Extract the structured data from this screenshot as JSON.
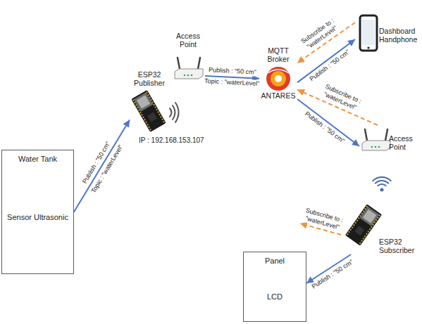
{
  "diagram": {
    "nodes": [
      {
        "text": [
          "Water Tank",
          "Sensor Ultrasonic"
        ]
      },
      {
        "text": [
          "ESP32 Publisher"
        ]
      },
      {
        "text": [
          "Access Point"
        ]
      },
      {
        "text": [
          "MQTT Broker",
          "ANTARES"
        ]
      },
      {
        "text": [
          "Dashboard Handphone"
        ]
      },
      {
        "text": [
          "Access Point"
        ]
      },
      {
        "text": [
          "ESP32 Subscriber"
        ]
      },
      {
        "text": [
          "Panel",
          "LCD"
        ]
      }
    ],
    "edges": [
      {
        "from": 0,
        "to": 1,
        "label": "Publish : \"50 cm\"",
        "arrow": "to"
      },
      {
        "from": 2,
        "to": 3,
        "label": "Publish : \"50 cm\"",
        "arrow": "to"
      },
      {
        "from": 3,
        "to": 4,
        "label": "Publish : \"50 cm\"",
        "arrow": "to"
      },
      {
        "from": 4,
        "to": 3,
        "label": "Subscribe to : \"waterLevel\"",
        "arrow": "to"
      },
      {
        "from": 3,
        "to": 5,
        "label": "Publish : \"50 cm\"",
        "arrow": "to"
      },
      {
        "from": 5,
        "to": 3,
        "label": "Subscribe to : \"waterLevel\"",
        "arrow": "to"
      },
      {
        "from": 6,
        "to": 7,
        "label": "Publish : \"50 cm\"",
        "arrow": "to"
      }
    ],
    "labels": [
      "Topic : \"waterLevel\"",
      "IP : 192.168.153.107",
      "Topic : \"waterLevel\"",
      "Subscribe to : \"waterLevel\""
    ]
  }
}
